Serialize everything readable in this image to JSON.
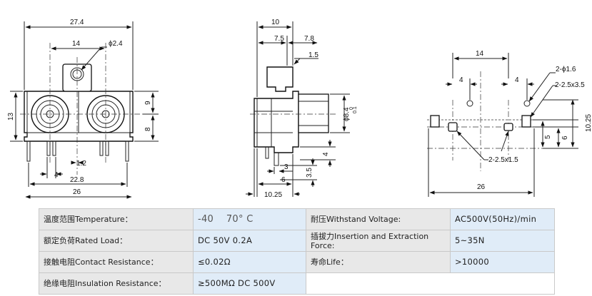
{
  "front_view": {
    "dims": {
      "width_top": "27.4",
      "hole_spacing": "14",
      "hole_dia": "ϕ2.4",
      "height": "13",
      "right_upper": "9",
      "right_lower": "8",
      "pin_offset": "1.2",
      "pin_pitch": "4",
      "pin_span": "22.8",
      "base_width": "26"
    }
  },
  "side_view": {
    "dims": {
      "top": "10",
      "left_part": "7.5",
      "right_part": "7.8",
      "flange": "1.5",
      "barrel_dia": "ϕ8.4",
      "tol_upper": "0",
      "tol_lower": "0.1",
      "foot_height": "4",
      "pin_len": "3",
      "pin_total": "3.5",
      "pin_pos": "6",
      "bottom": "10.25"
    }
  },
  "pcb_view": {
    "dims": {
      "top": "14",
      "left_pitch": "4",
      "right_pitch": "4",
      "hole_small": "2-ϕ1.6",
      "slot_top": "2-2.5x3.5",
      "slot_bottom": "2-2.5x1.5",
      "right_a": "5",
      "right_b": "6",
      "right_c": "10.25",
      "bottom": "26"
    }
  },
  "specs": [
    {
      "label1": "温度范围Temperature：",
      "value1": "-40    70° C",
      "label2": "耐压Withstand Voltage:",
      "value2": "AC500V(50Hz)/min"
    },
    {
      "label1": "额定负荷Rated Load：",
      "value1": "DC 50V 0.2A",
      "label2": "插拔力Insertion and Extraction Force:",
      "value2": "5~35N"
    },
    {
      "label1": "接触电阻Contact Resistance：",
      "value1": "≤0.02Ω",
      "label2": "寿命Life：",
      "value2": ">10000"
    },
    {
      "label1": "绝缘电阻Insulation Resistance：",
      "value1": "≥500MΩ DC 500V",
      "label2": "",
      "value2": ""
    }
  ]
}
